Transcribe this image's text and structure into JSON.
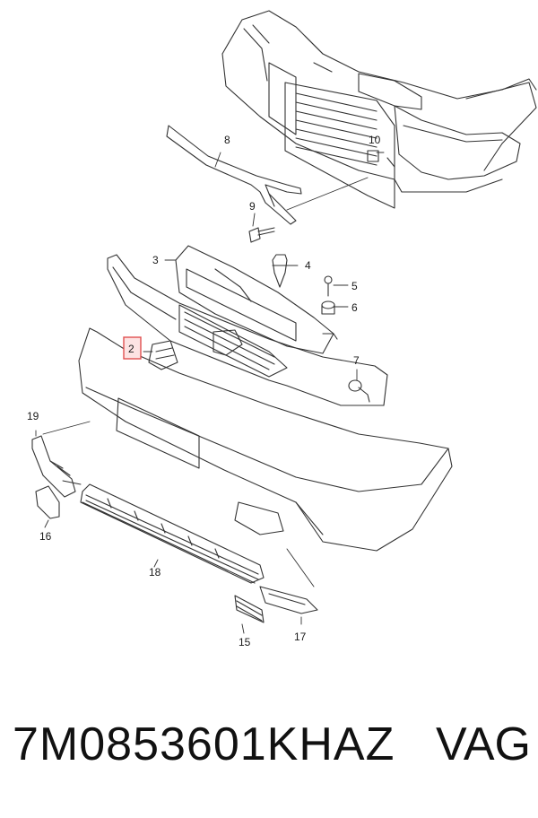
{
  "diagram": {
    "callouts": {
      "c2": "2",
      "c3": "3",
      "c4": "4",
      "c5": "5",
      "c6": "6",
      "c7": "7",
      "c8": "8",
      "c9": "9",
      "c10": "10",
      "c15": "15",
      "c16": "16",
      "c17": "17",
      "c18": "18",
      "c19": "19"
    },
    "highlight_color": "#e05050"
  },
  "caption": {
    "part_number": "7M0853601KHAZ",
    "brand": "VAG"
  }
}
